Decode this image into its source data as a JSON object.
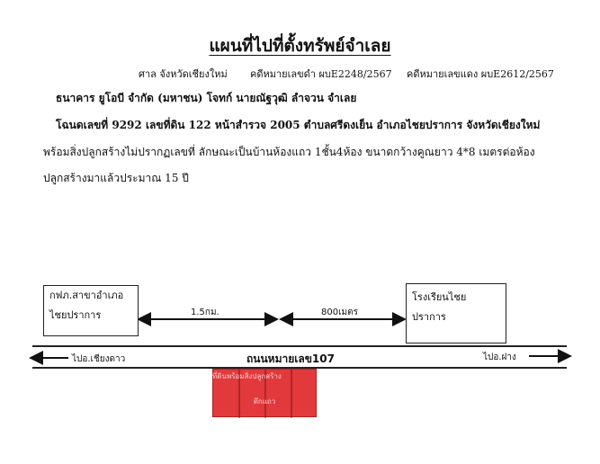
{
  "title": "แผนที่ไปที่ตั้งทรัพย์จำเลย",
  "header": {
    "court": "ศาล จังหวัดเชียงใหม่",
    "black_case": "คดีหมายเลขดำ ผบE2248/2567",
    "red_case": "คดีหมายเลขแดง ผบE2612/2567"
  },
  "parties": "ธนาคาร ยูโอบี จำกัด (มหาชน)  โจทก์ นายณัฐวุฒิ ลำจวน จำเลย",
  "deed": "โฉนดเลขที่ 9292  เลขที่ดิน 122 หน้าสำรวจ 2005 ตำบลศรีดงเย็น อำเภอไชยปราการ  จังหวัดเชียงใหม่",
  "desc_line1": "พร้อมสิ่งปลูกสร้างไม่ปรากฏเลขที่ ลักษณะเป็นบ้านห้องแถว 1ชั้น4ห้อง ขนาดกว้างคูณยาว 4*8 เมตรต่อห้อง",
  "desc_line2": "ปลูกสร้างมาแล้วประมาณ 15 ปี",
  "map": {
    "left_box": [
      "กฟภ.สาขาอำเภอ",
      "ไชยปราการ"
    ],
    "right_box": [
      "โรงเรียนไชย",
      "ปราการ"
    ],
    "dist_left": "1.5กม.",
    "dist_right": "800เมตร",
    "road_name": "ถนนหมายเลข107",
    "dir_left": "ไปอ.เชียงดาว",
    "dir_right": "ไปอ.ฝาง",
    "plot_label": "ที่ดินพร้อมสิ่งปลูกสร้าง",
    "plot_label2": "ตึกแถว"
  },
  "colors": {
    "plot": "#e2393c",
    "line": "#222222"
  }
}
